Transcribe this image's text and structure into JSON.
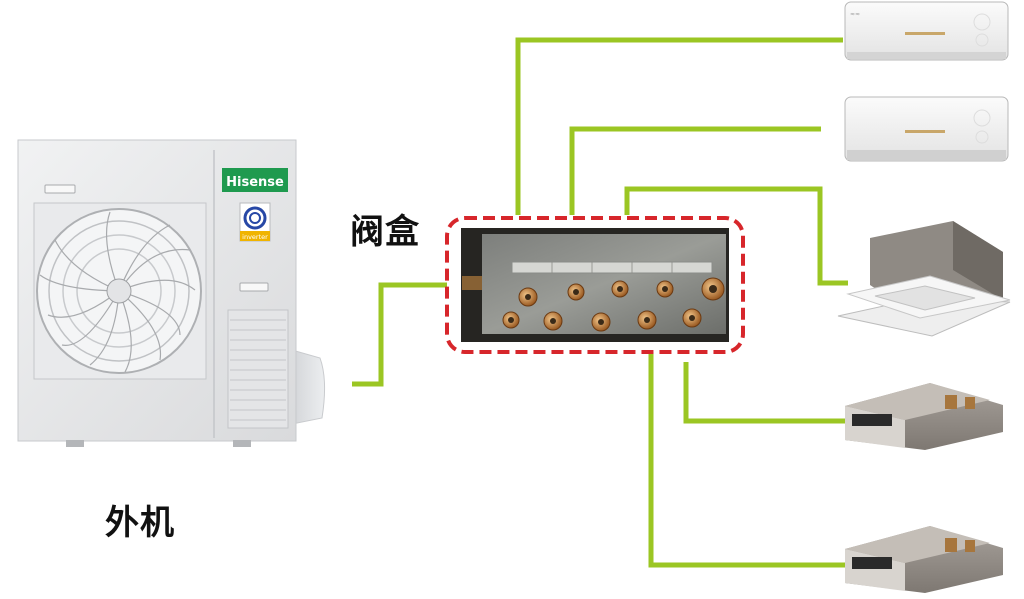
{
  "labels": {
    "valve_box": "阀盒",
    "outdoor_unit": "外机"
  },
  "outdoor_unit": {
    "brand": "Hisense",
    "badge": "inverter"
  },
  "colors": {
    "pipe": "#9bc623",
    "dashed_border": "#d7262b",
    "unit_body": "#e6e7e9",
    "brand_green": "#1f9a4f"
  },
  "indoor_units": [
    {
      "type": "wall-mounted"
    },
    {
      "type": "wall-mounted"
    },
    {
      "type": "ceiling-cassette"
    },
    {
      "type": "ducted"
    },
    {
      "type": "ducted"
    }
  ]
}
